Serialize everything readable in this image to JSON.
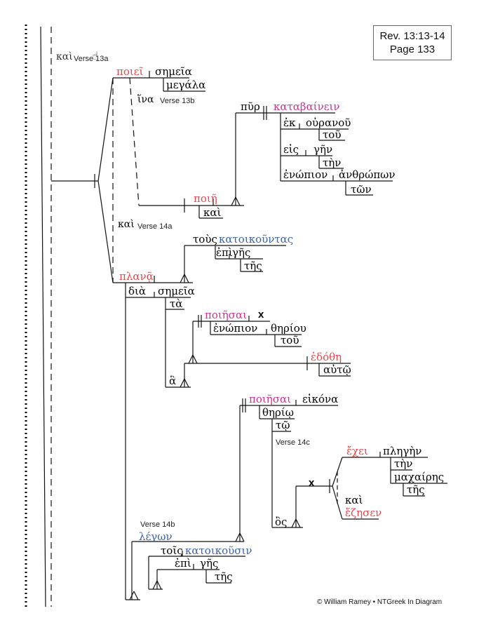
{
  "reference": {
    "line1": "Rev. 13:13-14",
    "line2": "Page 133"
  },
  "copyright": "© William Ramey • NTGreek In Diagram",
  "colors": {
    "verb": "#e8474a",
    "infinitive": "#d1308e",
    "participle": "#3a63ad",
    "text": "#222222",
    "line": "#111111"
  },
  "words": {
    "kai1": "καὶ",
    "verse13a": "Verse 13a",
    "poiei": "ποιεῖ",
    "semeia1": "σημεῖα",
    "megala": "μεγάλα",
    "hina": "ἵνα",
    "verse13b": "Verse 13b",
    "pur": "πῦρ",
    "katabainein": "καταβαίνειν",
    "ek": "ἐκ",
    "ouranou": "οὐρανοῦ",
    "tou1": "τοῦ",
    "eis": "εἰς",
    "gen1": "γῆν",
    "ten1": "τὴν",
    "enopion1": "ἐνώπιον",
    "anthropon": "ἀνθρώπων",
    "ton1": "τῶν",
    "poie": "ποιῇ",
    "kai2": "καὶ",
    "kai3": "καὶ",
    "verse14a": "Verse 14a",
    "tous": "τοὺς",
    "katoikountas": "κατοικοῦντας",
    "epi1": "ἐπὶ",
    "ges1": "γῆς",
    "tes1": "τῆς",
    "plana": "πλανᾷ",
    "dia": "διὰ",
    "semeia2": "σημεῖα",
    "ta": "τὰ",
    "poiesai1": "ποιῆσαι",
    "x1": "x",
    "enopion2": "ἐνώπιον",
    "theriou": "θηρίου",
    "tou2": "τοῦ",
    "edothe": "ἐδόθη",
    "auto": "αὐτῷ",
    "ha": "ἃ",
    "poiesai2": "ποιῆσαι",
    "eikona": "εἰκόνα",
    "therio": "θηρίῳ",
    "to": "τῷ",
    "verse14c": "Verse 14c",
    "echei": "ἔχει",
    "plegen": "πληγὴν",
    "ten2": "τὴν",
    "machaires": "μαχαίρης",
    "tes2": "τῆς",
    "x2": "x",
    "kai4": "καὶ",
    "ezesen": "ἔζησεν",
    "hos": "ὃς",
    "verse14b": "Verse 14b",
    "legon": "λέγων",
    "tois": "τοῖς",
    "katoikousin": "κατοικοῦσιν",
    "epi2": "ἐπὶ",
    "ges2": "γῆς",
    "tes3": "τῆς"
  }
}
